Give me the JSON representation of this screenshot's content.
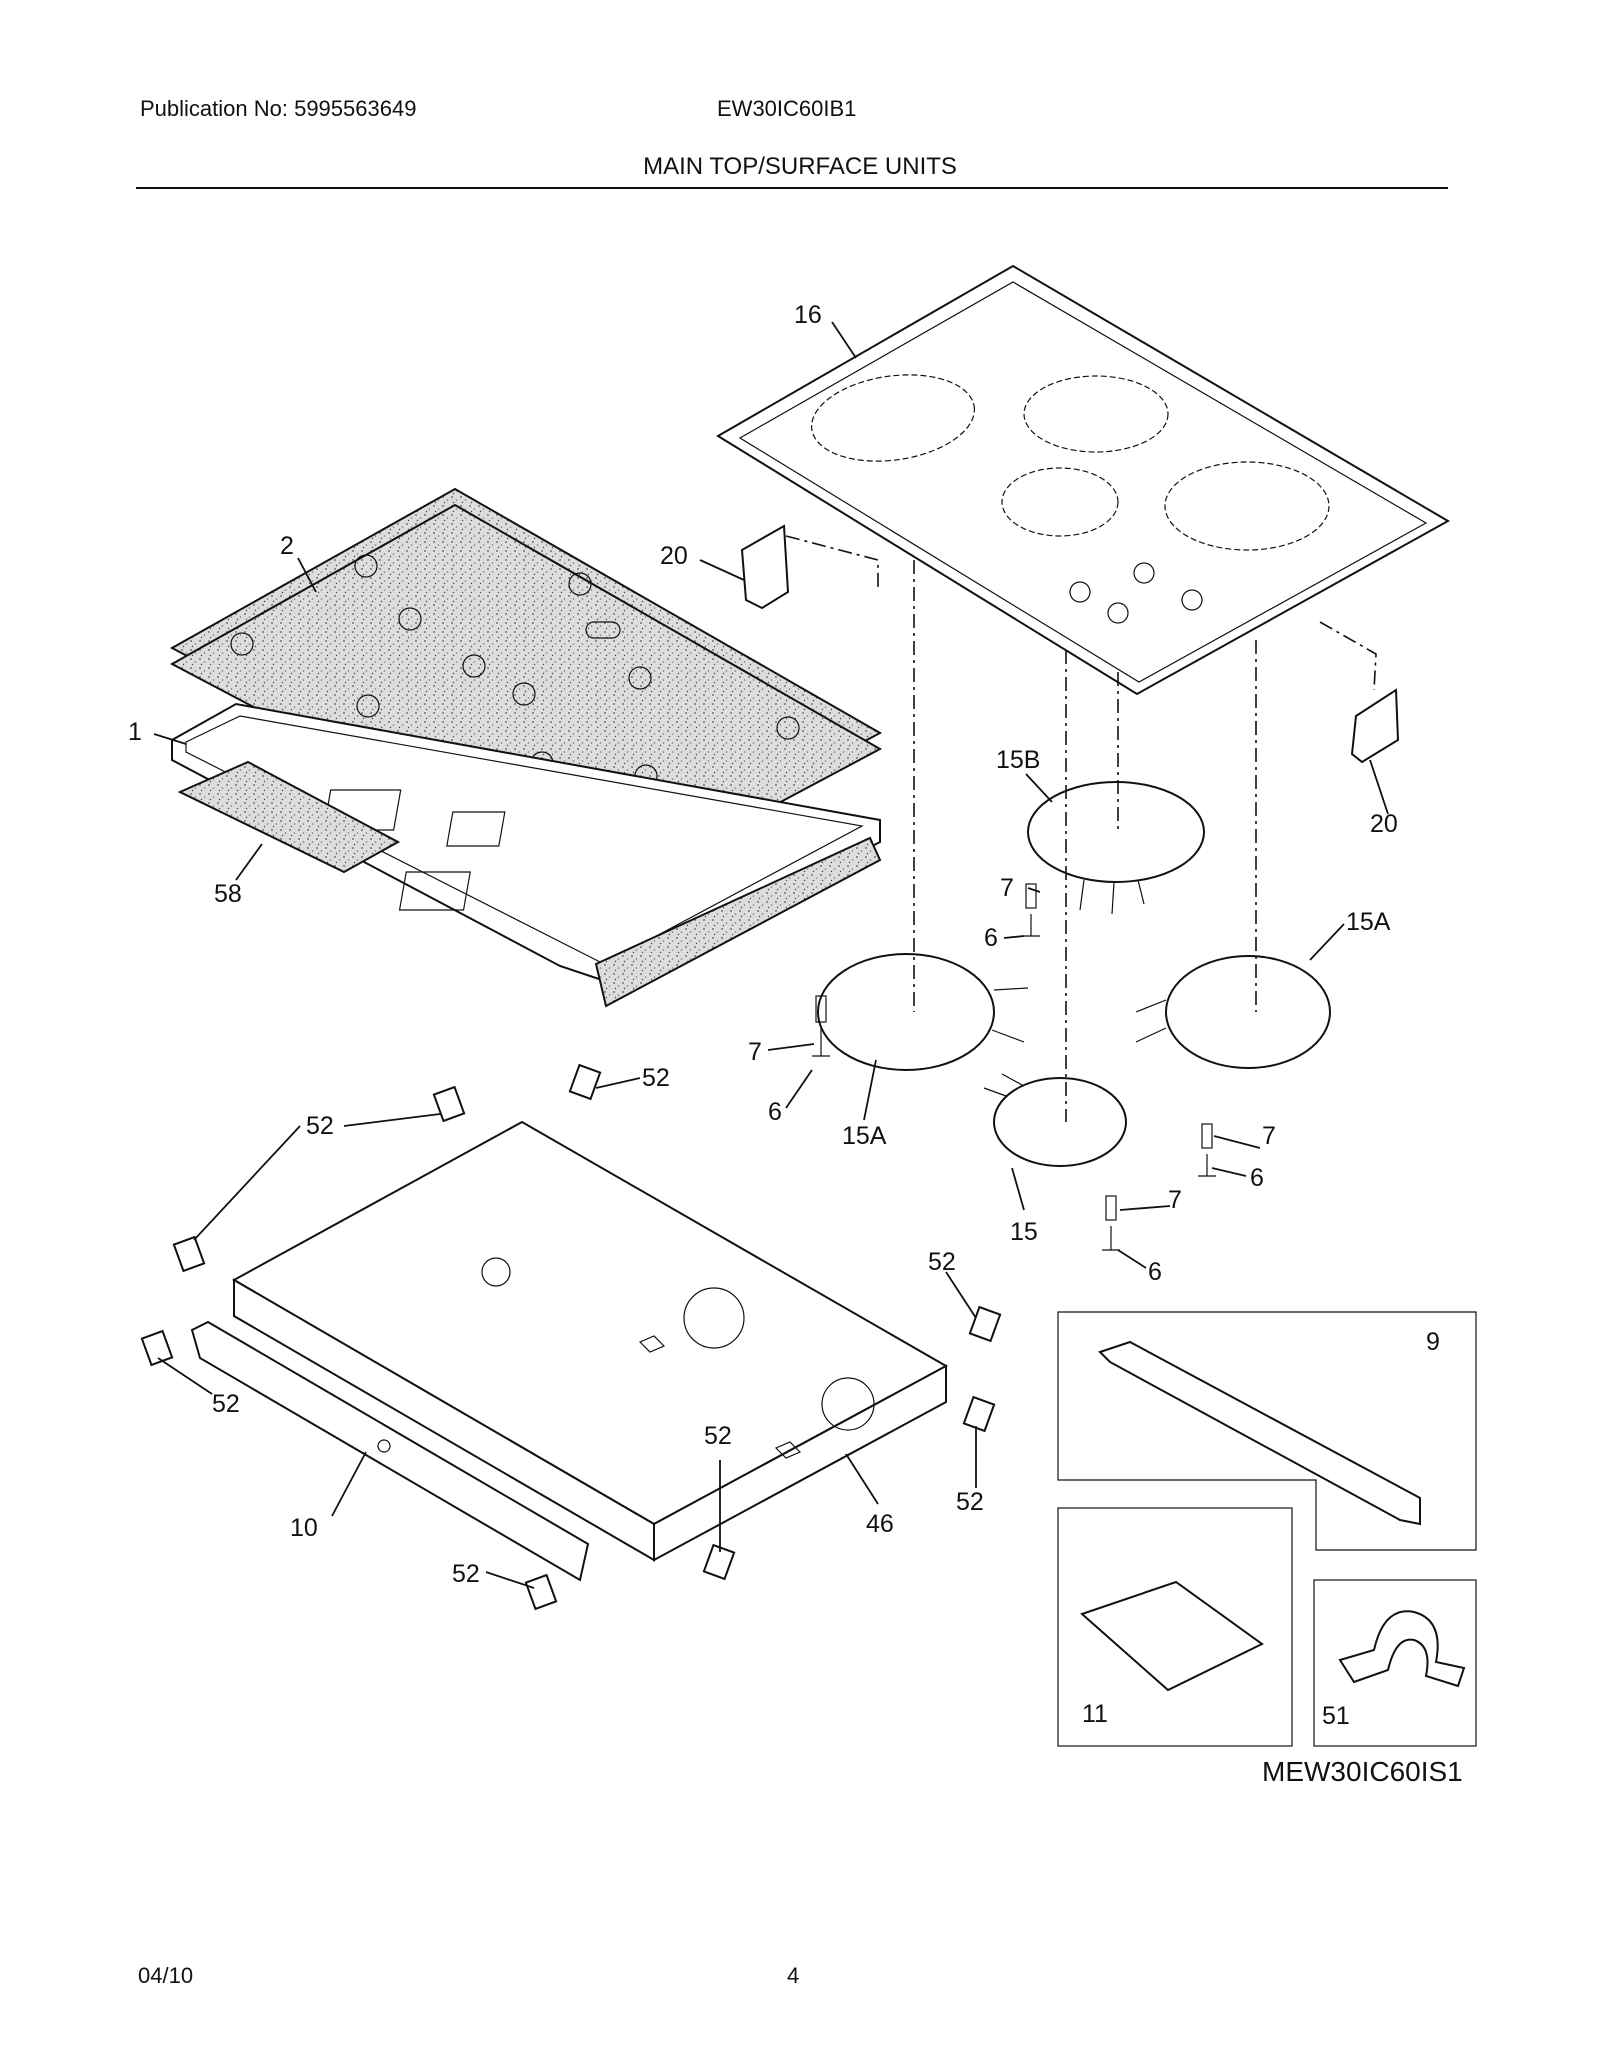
{
  "header": {
    "publication": "Publication No: 5995563649",
    "model": "EW30IC60IB1",
    "title": "MAIN TOP/SURFACE UNITS"
  },
  "callouts": {
    "c16": "16",
    "c2": "2",
    "c20a": "20",
    "c20b": "20",
    "c1": "1",
    "c58": "58",
    "c15b": "15B",
    "c7a": "7",
    "c6a": "6",
    "c15a_right": "15A",
    "c7b": "7",
    "c6b": "6",
    "c15a_left": "15A",
    "c7c": "7",
    "c6c": "6",
    "c7d": "7",
    "c6d": "6",
    "c15": "15",
    "c52a": "52",
    "c52b": "52",
    "c52c": "52",
    "c52d": "52",
    "c52e": "52",
    "c52f": "52",
    "c52g": "52",
    "c10": "10",
    "c46": "46",
    "c9": "9",
    "c11": "11",
    "c51": "51"
  },
  "footer": {
    "figure_code": "MEW30IC60IS1",
    "date": "04/10",
    "page": "4"
  }
}
